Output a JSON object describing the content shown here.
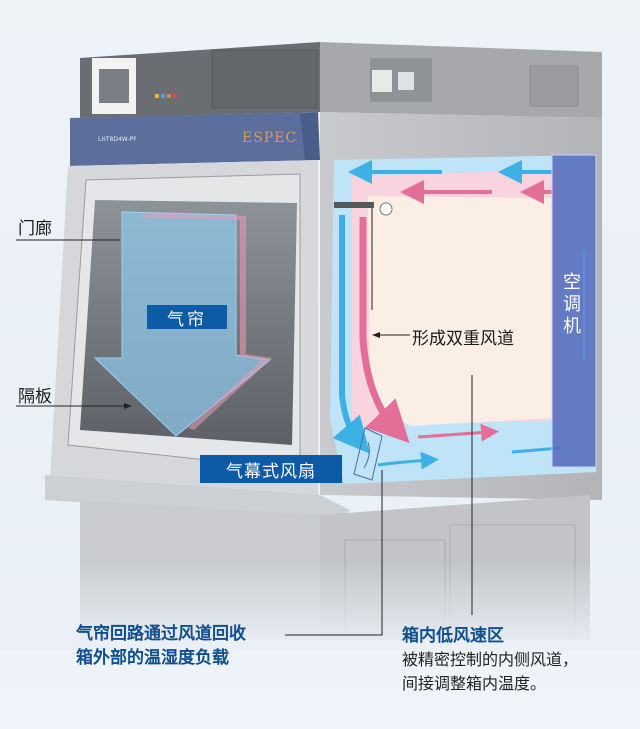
{
  "diagram": {
    "type": "annotated product cutaway",
    "subject": "environmental test chamber with air curtain",
    "device": {
      "brand_logo": "ESPEC",
      "model_label": "LHT8D4W-PF",
      "controller_lights": [
        "#e8b33c",
        "#4aa3d9",
        "#e0883a",
        "#d9534f"
      ]
    },
    "labels": {
      "door_corridor": "门廊",
      "partition": "隔板",
      "air_curtain": "气帘",
      "air_curtain_fan": "气幕式风扇",
      "double_duct": "形成双重风道",
      "air_conditioner": "空调机"
    },
    "captions": {
      "left": {
        "line1": "气帘回路通过风道回收",
        "line2": "箱外部的温湿度负载"
      },
      "right": {
        "title": "箱内低风速区",
        "line1": "被精密控制的内侧风道，",
        "line2": "间接调整箱内温度。"
      }
    },
    "colors": {
      "tag_blue": "#0d5aa7",
      "caption_blue": "#0f4f8f",
      "outer_duct": "#bfe3f7",
      "outer_arrow": "#3db1e6",
      "inner_duct": "#f9d3de",
      "inner_arrow": "#e36f98",
      "ac_unit": "#4e63b8",
      "cabinet_gray": "#bdbec2",
      "header_blue": "#5b6e9c"
    }
  }
}
